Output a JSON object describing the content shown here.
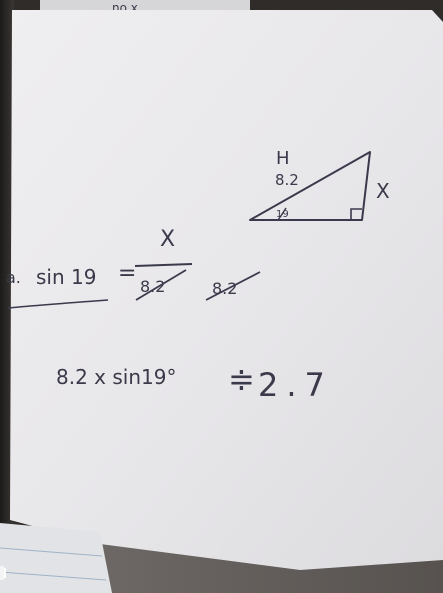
{
  "photo": {
    "top_scrap_text": "no x",
    "triangle": {
      "hyp_letter": "H",
      "hyp_value": "8.2",
      "opp_letter": "X",
      "angle": "19"
    },
    "line1": {
      "prefix": "a.",
      "lhs": "sin 19",
      "equals": "=",
      "numerator": "X",
      "denominator": "8.2",
      "crossed": "8.2"
    },
    "line2": {
      "expr": "8.2 x sin19°",
      "approx": "≑",
      "result": "2.7"
    }
  }
}
